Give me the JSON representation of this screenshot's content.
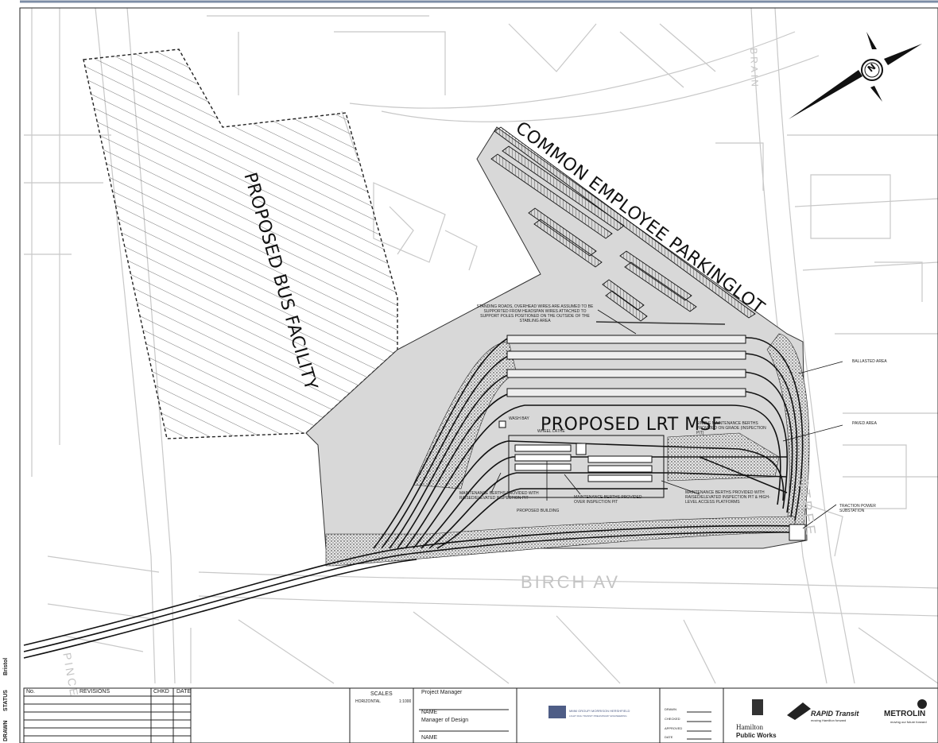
{
  "labels": {
    "bus_facility": "PROPOSED BUS FACILITY",
    "parking_lot": "COMMON EMPLOYEE PARKINGLOT",
    "msf": "PROPOSED LRT MSF",
    "birch_av": "BIRCH AV",
    "street_right": "STREE",
    "street_top": "BRAIN",
    "street_left": "PINCE"
  },
  "annotations": {
    "ballasted_area": "BALLASTED AREA",
    "paved_area": "PAVED AREA",
    "traction_power": "TRACTION POWER SUBSTATION",
    "storage_note": "STANDING ROADS, OVERHEAD WIRES ARE ASSUMED TO BE SUPPORTED FROM HEADSPAN WIRES ATTACHED TO SUPPORT POLES POSITIONED ON THE OUTSIDE OF THE STABLING AREA",
    "wash_bay": "WASH BAY",
    "wheel_lathe": "WHEEL LATHE",
    "berths_right_top": "SINGLE MAINTENANCE BERTHS PROVIDED ON GRADE (INSPECTION PIT)",
    "berths_right_bottom": "MAINTENANCE BERTHS PROVIDED WITH RAISED/ELEVATED INSPECTION PIT & HIGH-LEVEL ACCESS PLATFORMS",
    "berths_left": "MAINTENANCE BERTHS PROVIDED WITH RAISED/ELEVATED INSPECTION PIT",
    "proposed_building": "PROPOSED BUILDING",
    "berths_center": "MAINTENANCE BERTHS PROVIDED OVER INSPECTION PIT"
  },
  "north_arrow": {
    "icon": "north-arrow-icon",
    "letter": "N"
  },
  "sidebar": {
    "text1": "Bristol",
    "text2": "STATUS",
    "text3": "DRAWN"
  },
  "title_block": {
    "no": "No.",
    "revisions": "REVISIONS",
    "checked": "CHKD",
    "date": "DATE",
    "scales": "SCALES",
    "horizontal": "HORIZONTAL",
    "scale_value": "1:1000",
    "project_manager": "Project Manager",
    "name1": "NAME",
    "manager_design": "Manager of Design",
    "name2": "NAME",
    "firm": "MMM GROUP/ MORRISON HERSHFIELD",
    "firm_sub": "LIGHT RAIL TRANSIT PRELIMINARY ENGINEERING",
    "field1": "DRAWN",
    "field2": "CHECKED",
    "field3": "APPROVED",
    "field4": "DATE",
    "hamilton": "Hamilton",
    "public_works": "Public Works",
    "rapid": "RAPID Transit",
    "rapid_sub": "moving Hamilton forward",
    "metrolinx": "METROLIN",
    "metrolinx_sub": "moving our future forward"
  },
  "colors": {
    "site_fill": "#d8d8d8",
    "road_line": "#c8c8c8",
    "ink": "#111111"
  }
}
